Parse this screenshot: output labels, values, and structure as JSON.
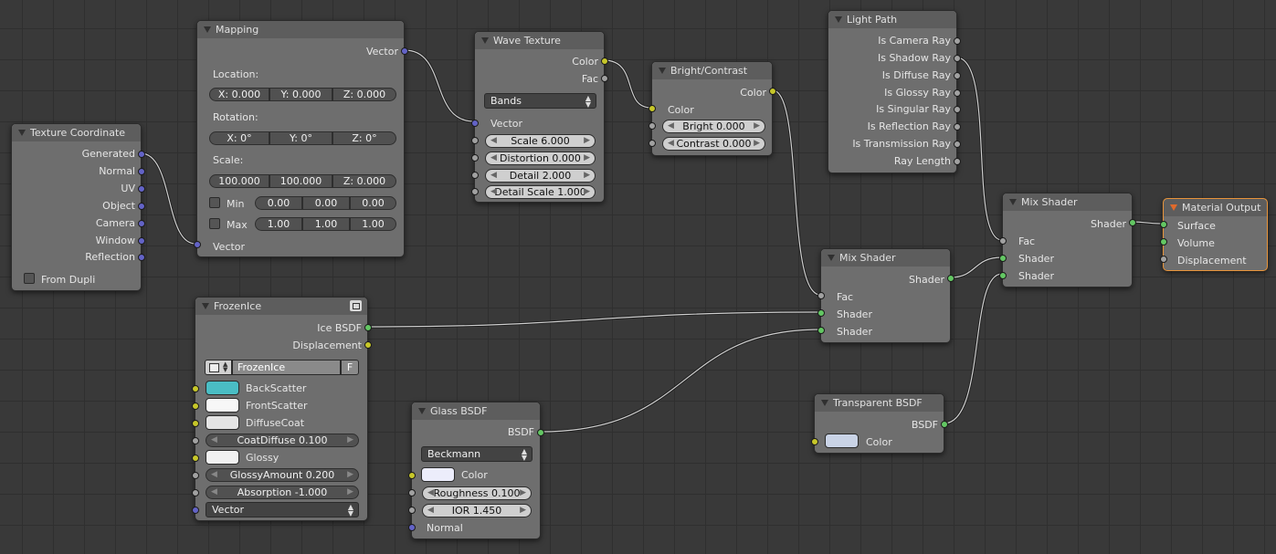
{
  "colors": {
    "yellow_socket": "#c7c729",
    "green_socket": "#63c763",
    "blue_socket": "#6363c7",
    "gray_socket": "#a1a1a1",
    "backscatter": "#4abdc4",
    "frontscatter": "#f7f7f7",
    "diffusecoat": "#e4e4e4",
    "glossy": "#f1f1f1",
    "glass_color": "#ecedfb",
    "transparent_color": "#c9d3e6"
  },
  "texture_coordinate": {
    "title": "Texture Coordinate",
    "outputs": [
      "Generated",
      "Normal",
      "UV",
      "Object",
      "Camera",
      "Window",
      "Reflection"
    ],
    "from_dupli": "From Dupli"
  },
  "mapping": {
    "title": "Mapping",
    "vector_out": "Vector",
    "location_label": "Location:",
    "location": [
      "X: 0.000",
      "Y: 0.000",
      "Z: 0.000"
    ],
    "rotation_label": "Rotation:",
    "rotation": [
      "X: 0°",
      "Y: 0°",
      "Z: 0°"
    ],
    "scale_label": "Scale:",
    "scale": [
      "100.000",
      "100.000",
      "Z: 0.000"
    ],
    "min_label": "Min",
    "min": [
      "0.00",
      "0.00",
      "0.00"
    ],
    "max_label": "Max",
    "max": [
      "1.00",
      "1.00",
      "1.00"
    ],
    "vector_in": "Vector"
  },
  "wave_texture": {
    "title": "Wave Texture",
    "color_out": "Color",
    "fac_out": "Fac",
    "type": "Bands",
    "vector_in": "Vector",
    "scale": "Scale 6.000",
    "distortion": "Distortion 0.000",
    "detail": "Detail 2.000",
    "detail_scale": "Detail Scale 1.000"
  },
  "bright_contrast": {
    "title": "Bright/Contrast",
    "color_out": "Color",
    "color_in": "Color",
    "bright": "Bright 0.000",
    "contrast": "Contrast 0.000"
  },
  "light_path": {
    "title": "Light Path",
    "outputs": [
      "Is Camera Ray",
      "Is Shadow Ray",
      "Is Diffuse Ray",
      "Is Glossy Ray",
      "Is Singular Ray",
      "Is Reflection Ray",
      "Is Transmission Ray",
      "Ray Length"
    ]
  },
  "mix_shader_1": {
    "title": "Mix Shader",
    "out": "Shader",
    "fac": "Fac",
    "shader1": "Shader",
    "shader2": "Shader"
  },
  "mix_shader_2": {
    "title": "Mix Shader",
    "out": "Shader",
    "fac": "Fac",
    "shader1": "Shader",
    "shader2": "Shader"
  },
  "material_output": {
    "title": "Material Output",
    "surface": "Surface",
    "volume": "Volume",
    "displacement": "Displacement"
  },
  "frozen_ice": {
    "title": "FrozenIce",
    "ice_out": "Ice BSDF",
    "disp_out": "Displacement",
    "group_name": "FrozenIce",
    "fake_user": "F",
    "backscatter": "BackScatter",
    "frontscatter": "FrontScatter",
    "diffusecoat": "DiffuseCoat",
    "coat_diffuse": "CoatDiffuse 0.100",
    "glossy": "Glossy",
    "glossy_amount": "GlossyAmount 0.200",
    "absorption": "Absorption -1.000",
    "vector": "Vector"
  },
  "glass_bsdf": {
    "title": "Glass BSDF",
    "out": "BSDF",
    "distribution": "Beckmann",
    "color": "Color",
    "roughness": "Roughness 0.100",
    "ior": "IOR 1.450",
    "normal": "Normal"
  },
  "transparent_bsdf": {
    "title": "Transparent BSDF",
    "out": "BSDF",
    "color": "Color"
  }
}
